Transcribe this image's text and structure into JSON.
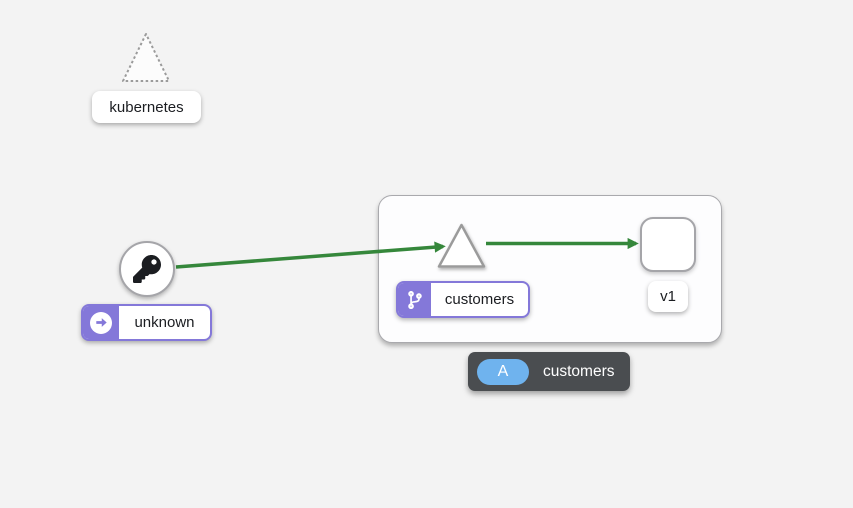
{
  "graph": {
    "background": "#f3f3f3",
    "colors": {
      "edge_green": "#35873B",
      "purple_accent": "#8478d9",
      "node_border": "#9b9b9b",
      "group_border": "#a9a9ad",
      "dark_badge_bg": "#4a4d50",
      "app_badge_blue": "#6fb3ee"
    },
    "nodes": {
      "kubernetes": {
        "label": "kubernetes",
        "shape": "triangle-dashed"
      },
      "unknown": {
        "label": "unknown",
        "shape": "circle",
        "icon": "key-icon",
        "badge_icon": "arrow-circle-right-icon"
      },
      "customers_service": {
        "label": "customers",
        "shape": "triangle",
        "badge_icon": "code-branch-icon"
      },
      "v1": {
        "label": "v1",
        "shape": "rounded-square"
      }
    },
    "group_label": {
      "badge": "A",
      "text": "customers"
    },
    "edges": [
      {
        "from": "unknown",
        "to": "customers_service",
        "color": "#35873B"
      },
      {
        "from": "customers_service",
        "to": "v1",
        "color": "#35873B"
      }
    ]
  }
}
